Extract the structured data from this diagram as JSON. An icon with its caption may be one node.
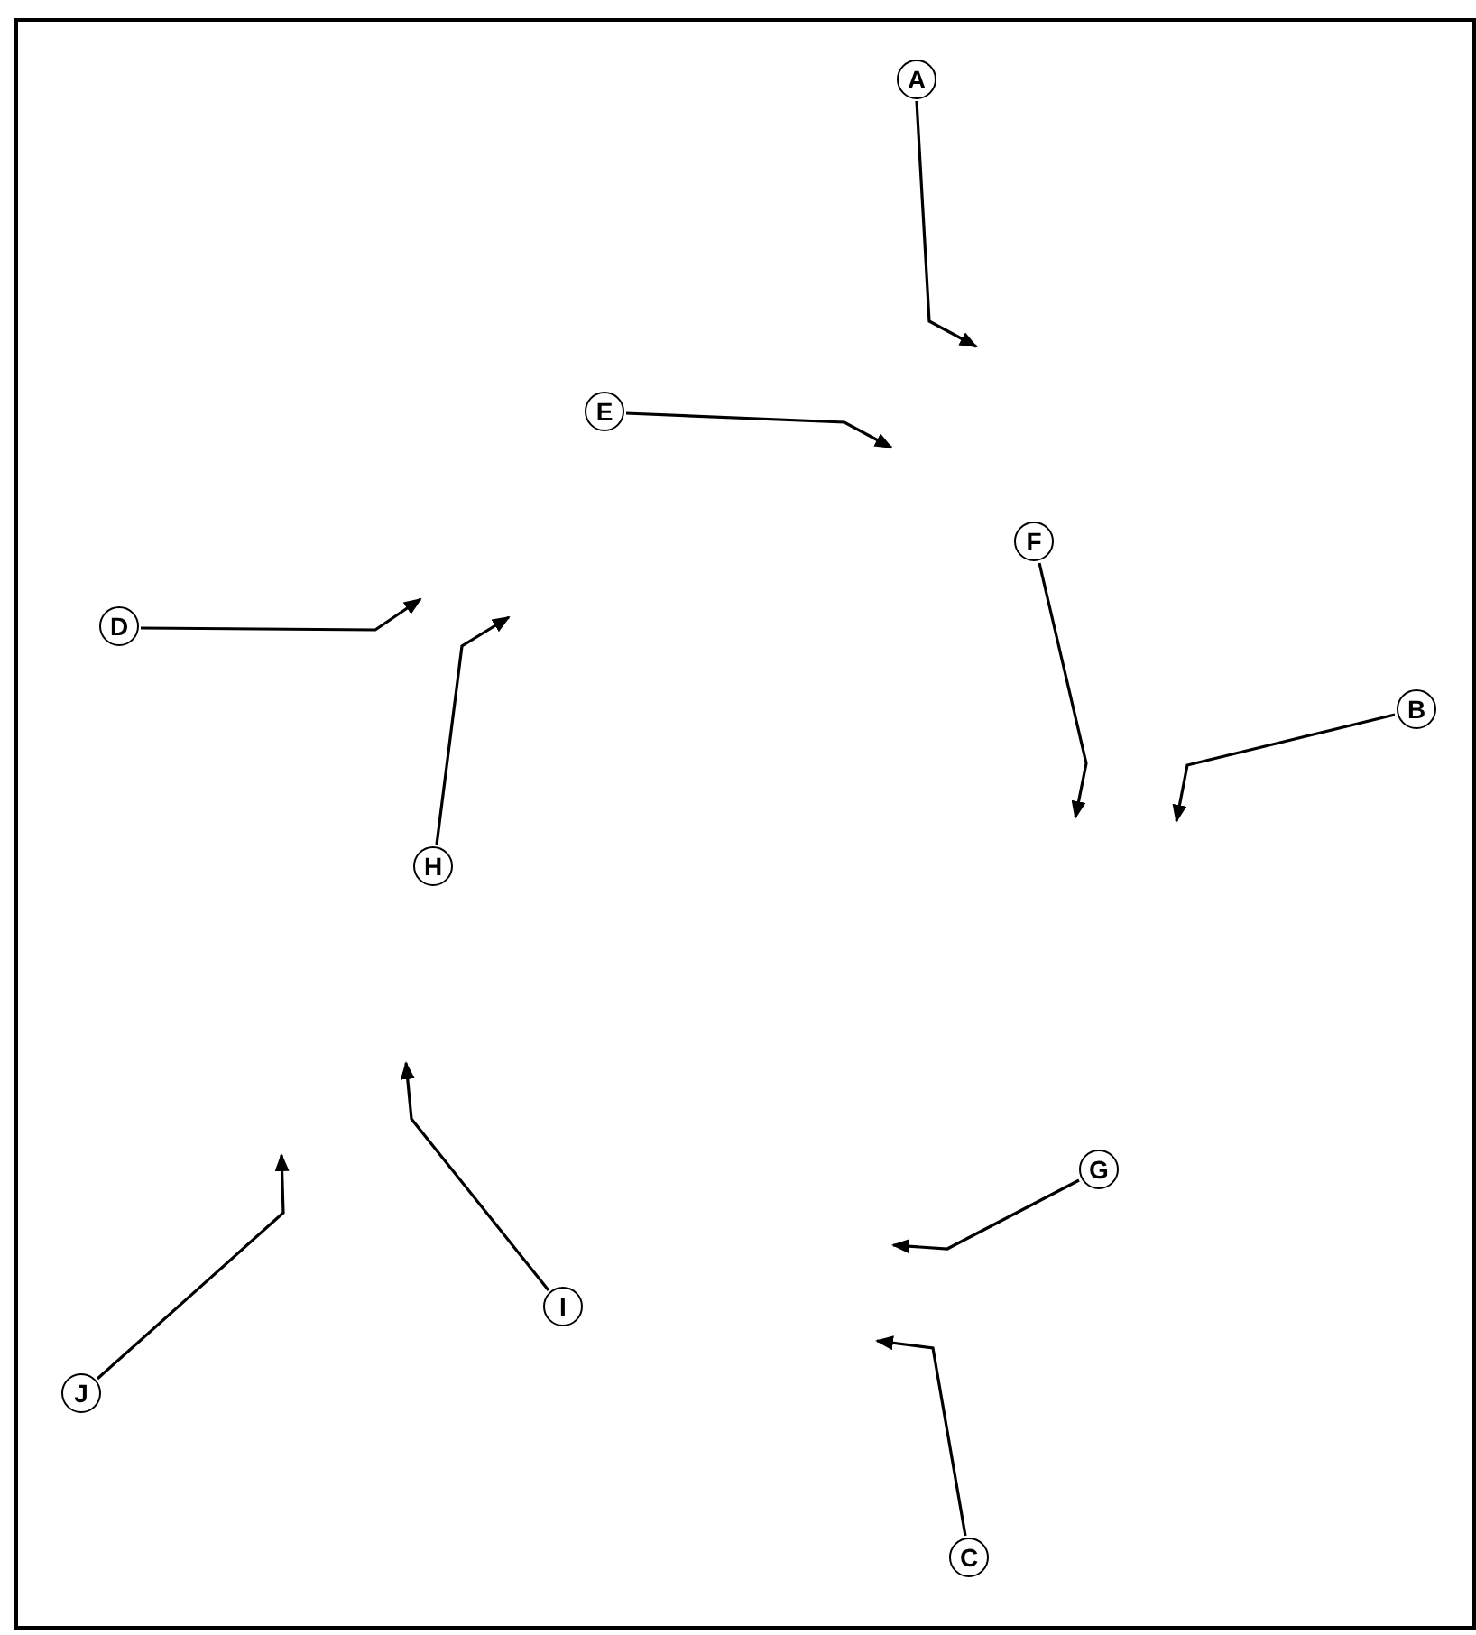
{
  "diagram": {
    "nodes": [
      {
        "text": [
          "A"
        ]
      },
      {
        "text": [
          "E"
        ]
      },
      {
        "text": [
          "F"
        ]
      },
      {
        "text": [
          "D"
        ]
      },
      {
        "text": [
          "B"
        ]
      },
      {
        "text": [
          "H"
        ]
      },
      {
        "text": [
          "G"
        ]
      },
      {
        "text": [
          "I"
        ]
      },
      {
        "text": [
          "J"
        ]
      },
      {
        "text": [
          "C"
        ]
      }
    ],
    "edges": [
      {
        "from": 0,
        "to": null,
        "arrow": "to"
      },
      {
        "from": 1,
        "to": null,
        "arrow": "to"
      },
      {
        "from": 2,
        "to": null,
        "arrow": "to"
      },
      {
        "from": 3,
        "to": null,
        "arrow": "to"
      },
      {
        "from": 4,
        "to": null,
        "arrow": "to"
      },
      {
        "from": 5,
        "to": null,
        "arrow": "to"
      },
      {
        "from": 6,
        "to": null,
        "arrow": "to"
      },
      {
        "from": 7,
        "to": null,
        "arrow": "to"
      },
      {
        "from": 8,
        "to": null,
        "arrow": "to"
      },
      {
        "from": 9,
        "to": null,
        "arrow": "to"
      }
    ]
  }
}
